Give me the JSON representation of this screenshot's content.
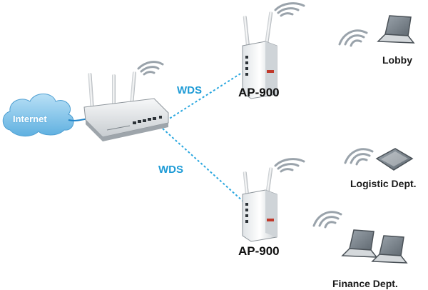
{
  "internet_label": "Internet",
  "links": [
    {
      "label": "WDS"
    },
    {
      "label": "WDS"
    }
  ],
  "access_points": [
    {
      "label": "AP-900"
    },
    {
      "label": "AP-900"
    }
  ],
  "clients": [
    {
      "label": "Lobby",
      "device": "laptop-icon"
    },
    {
      "label": "Logistic Dept.",
      "device": "tablet-icon"
    },
    {
      "label": "Finance Dept.",
      "device": "laptops-icon"
    }
  ],
  "colors": {
    "wds_label": "#1e9bd6",
    "wds_link": "#2aa7df",
    "internet_cloud": "#7cc3ea",
    "wireless_signal": "#9aa3ab"
  }
}
